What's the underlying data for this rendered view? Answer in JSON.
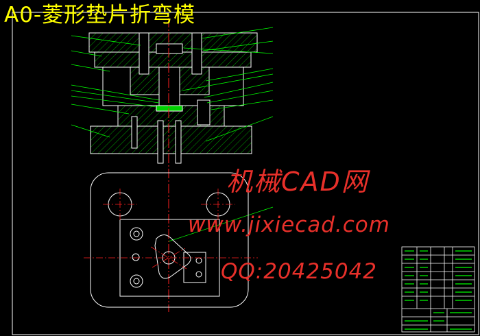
{
  "drawing": {
    "title": "A0-菱形垫片折弯模"
  },
  "watermark": {
    "name": "机械CAD网",
    "url": "www.jixiecad.com",
    "qq": "QQ:20425042"
  },
  "colors": {
    "background": "#000000",
    "title": "#ffff00",
    "border": "#ffffff",
    "part_outline": "#ffffff",
    "hatch": "#00ff00",
    "centerline": "#ff2020",
    "leader": "#00ff00",
    "watermark": "#e8302a"
  }
}
